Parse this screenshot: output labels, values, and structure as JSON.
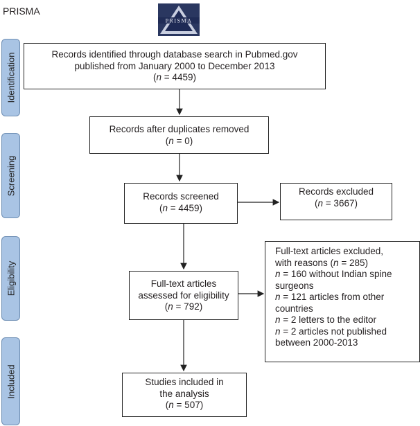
{
  "header": {
    "title": "PRISMA"
  },
  "logo": {
    "text": "PRISMA"
  },
  "stages": [
    "Identification",
    "Screening",
    "Eligibility",
    "Included"
  ],
  "boxes": {
    "identified": {
      "line1": "Records identified through database search in Pubmed.gov",
      "line2": "published from January 2000 to December 2013",
      "n": "n",
      "rest": " = 4459)"
    },
    "duplicates": {
      "line1": "Records after duplicates removed",
      "n": "n",
      "rest": " = 0)"
    },
    "screened": {
      "line1": "Records screened",
      "n": "n",
      "rest": " = 4459)"
    },
    "excluded": {
      "line1": "Records excluded",
      "n": "n",
      "rest": " = 3667)"
    },
    "eligibility": {
      "line1": "Full-text articles",
      "line2": "assessed for eligibility",
      "n": "n",
      "rest": " = 792)"
    },
    "fulltext_excluded": {
      "line1": "Full-text articles excluded,",
      "line2a": "with reasons (",
      "line2n": "n",
      "line2b": " = 285)",
      "reasons": [
        {
          "n": "n",
          "text": " = 160 without Indian spine"
        },
        {
          "n": "",
          "text": "surgeons"
        },
        {
          "n": "n",
          "text": " = 121 articles from other"
        },
        {
          "n": "",
          "text": "countries"
        },
        {
          "n": "n",
          "text": " = 2 letters to the editor"
        },
        {
          "n": "n",
          "text": " = 2 articles not published"
        },
        {
          "n": "",
          "text": "between 2000-2013"
        }
      ]
    },
    "included": {
      "line1": "Studies included in",
      "line2": "the analysis",
      "n": "n",
      "rest": " = 507)"
    }
  }
}
